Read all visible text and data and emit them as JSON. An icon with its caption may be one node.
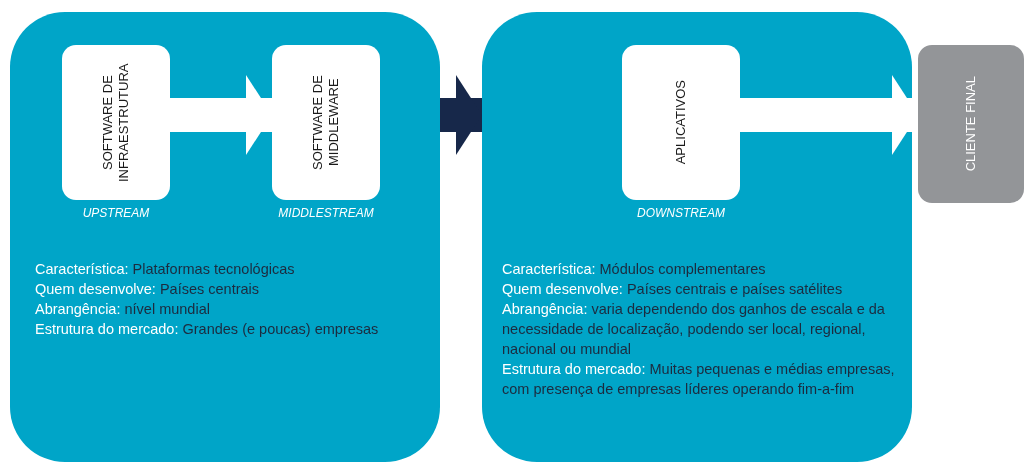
{
  "diagram": {
    "nodes": [
      {
        "text": [
          "Característica: Plataformas tecnológicas",
          "Quem desenvolve: Países centrais",
          "Abrangência: nível mundial",
          "Estrutura do mercado: Grandes (e poucas) empresas"
        ]
      },
      {
        "text": [
          "SOFTWARE DE INFRAESTRUTURA"
        ],
        "in": 0,
        "beside": [
          "UPSTREAM"
        ]
      },
      {
        "text": [
          "SOFTWARE DE MIDDLEWARE"
        ],
        "in": 0,
        "beside": [
          "MIDDLESTREAM"
        ]
      },
      {
        "text": [
          "Característica: Módulos complementares",
          "Quem desenvolve: Países centrais e países satélites",
          "Abrangência: varia dependendo dos ganhos de escala e da necessidade de localização, podendo ser local, regional, nacional ou mundial",
          "Estrutura do mercado: Muitas pequenas e médias empresas, com presença de empresas líderes operando fim-a-fim"
        ]
      },
      {
        "text": [
          "APLICATIVOS"
        ],
        "in": 3,
        "beside": [
          "DOWNSTREAM"
        ]
      },
      {
        "text": [
          "CLIENTE FINAL"
        ]
      }
    ],
    "edges": [
      {
        "from": 1,
        "to": 2,
        "arrow": "to"
      },
      {
        "from": 0,
        "to": 3,
        "arrow": "to",
        "color": "#17284a"
      },
      {
        "from": 4,
        "to": 5,
        "arrow": "to"
      }
    ]
  }
}
